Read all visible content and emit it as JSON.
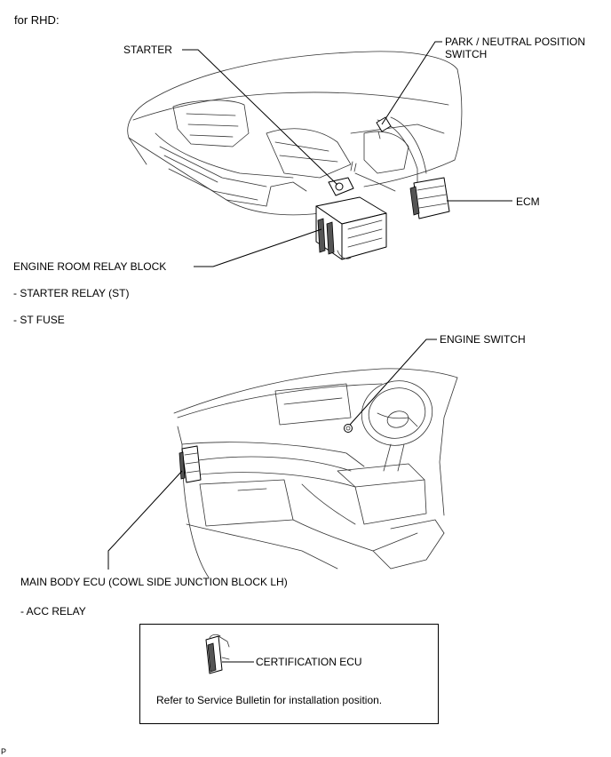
{
  "header": {
    "variant": "for RHD:"
  },
  "labels": {
    "starter": "STARTER",
    "park_neutral_1": "PARK / NEUTRAL POSITION",
    "park_neutral_2": "SWITCH",
    "ecm": "ECM",
    "engine_room_relay_block": "ENGINE ROOM RELAY BLOCK",
    "starter_relay": "- STARTER RELAY (ST)",
    "st_fuse": "- ST FUSE",
    "engine_switch": "ENGINE SWITCH",
    "main_body_ecu": "MAIN BODY ECU (COWL SIDE JUNCTION BLOCK LH)",
    "acc_relay": "- ACC RELAY"
  },
  "legend": {
    "certification_ecu": "CERTIFICATION ECU",
    "note": "Refer to Service Bulletin for installation position."
  },
  "footer": {
    "corner_mark": "P"
  }
}
